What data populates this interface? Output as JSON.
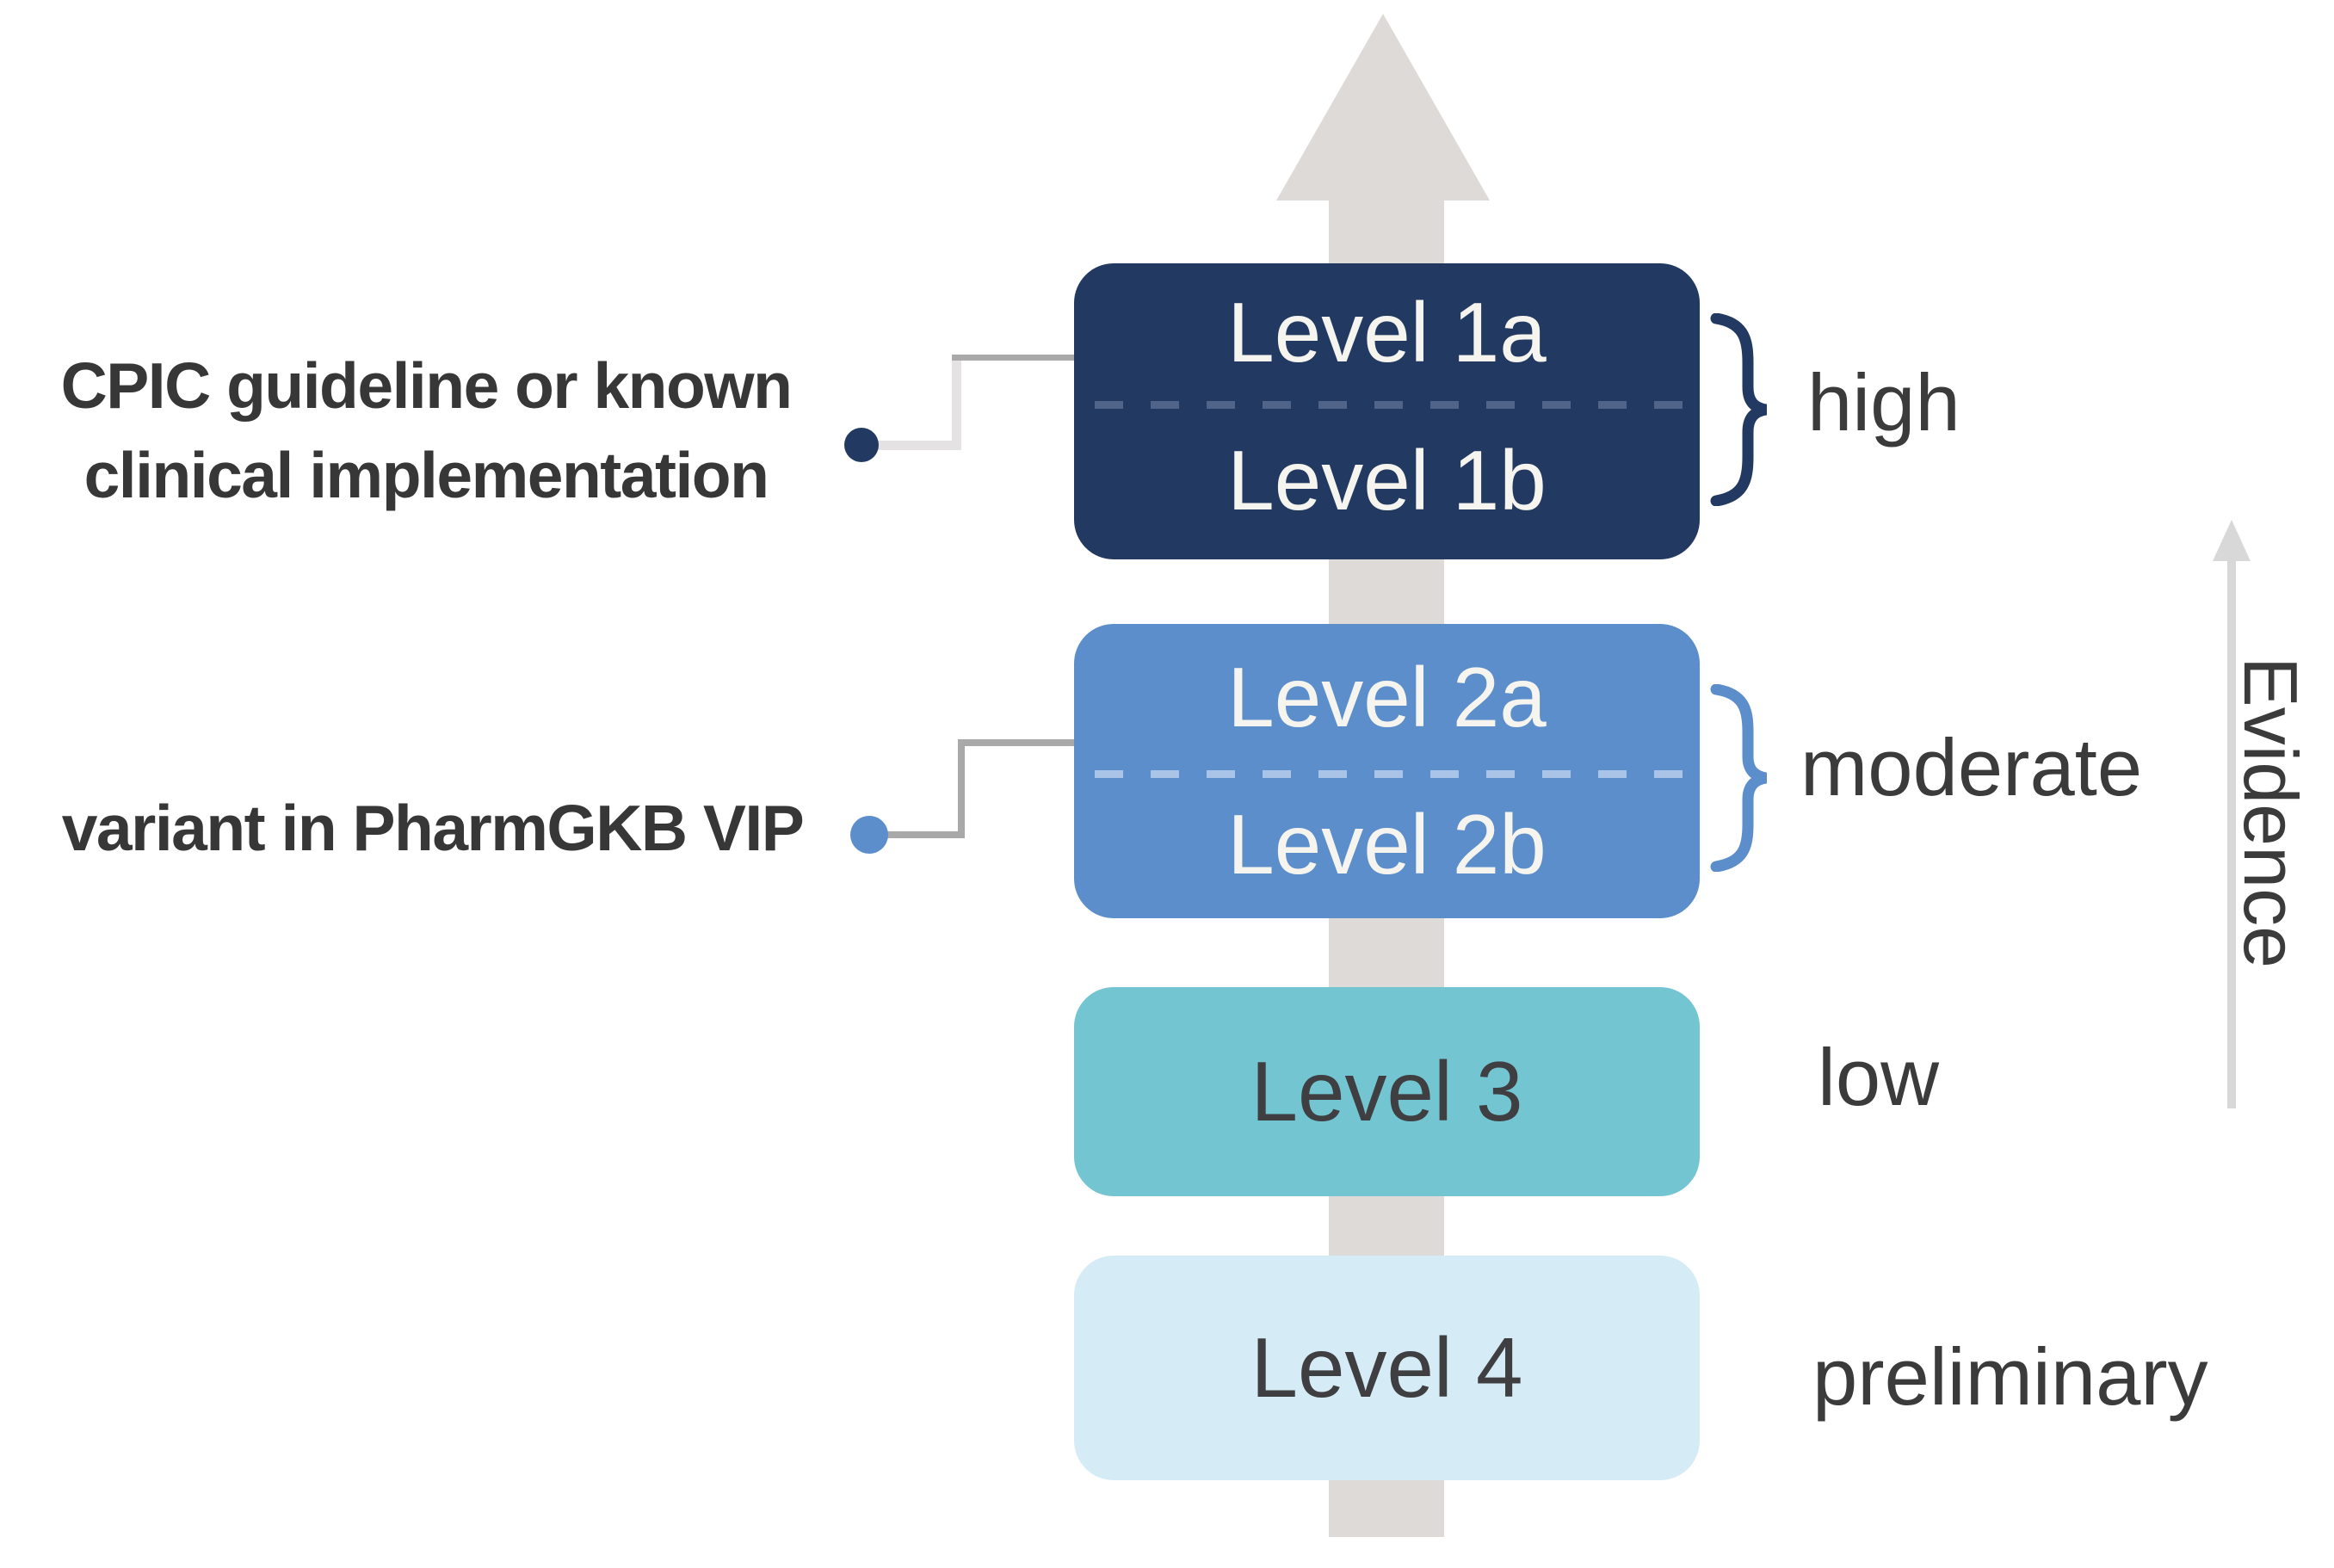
{
  "figure": {
    "background_color": "#ffffff",
    "main_arrow_color": "#dedad8",
    "levels": [
      {
        "id": "level-1",
        "labels": [
          "Level 1a",
          "Level 1b"
        ],
        "split": true,
        "box_color": "#223a62",
        "text_color": "#f6f4ef",
        "dash_color": "#50648a",
        "qualifier": "high",
        "brace": true,
        "brace_color": "#223a62"
      },
      {
        "id": "level-2",
        "labels": [
          "Level 2a",
          "Level 2b"
        ],
        "split": true,
        "box_color": "#5c8ecb",
        "text_color": "#f6f4ef",
        "dash_color": "#a9c4e6",
        "qualifier": "moderate",
        "brace": true,
        "brace_color": "#5c8ecb"
      },
      {
        "id": "level-3",
        "labels": [
          "Level 3"
        ],
        "split": false,
        "box_color": "#73c5d2",
        "text_color": "#3f3f41",
        "qualifier": "low",
        "brace": false
      },
      {
        "id": "level-4",
        "labels": [
          "Level 4"
        ],
        "split": false,
        "box_color": "#d5ecf7",
        "text_color": "#3f3f41",
        "qualifier": "preliminary",
        "brace": false
      }
    ],
    "annotations": [
      {
        "lines": [
          "CPIC guideline or known",
          "clinical implementation"
        ],
        "target": "level-1",
        "dot_color": "#223a62",
        "text_color": "#373737"
      },
      {
        "lines": [
          "variant in PharmGKB VIP"
        ],
        "target": "level-2",
        "dot_color": "#5c8ecb",
        "text_color": "#373737"
      }
    ],
    "evidence_axis": {
      "label": "Evidence",
      "arrow_color": "#d8d8d8",
      "text_color": "#3b3b3b",
      "direction": "up"
    },
    "qualifier_text_color": "#3b3b3b",
    "connector_color": "#a9a9a9"
  }
}
